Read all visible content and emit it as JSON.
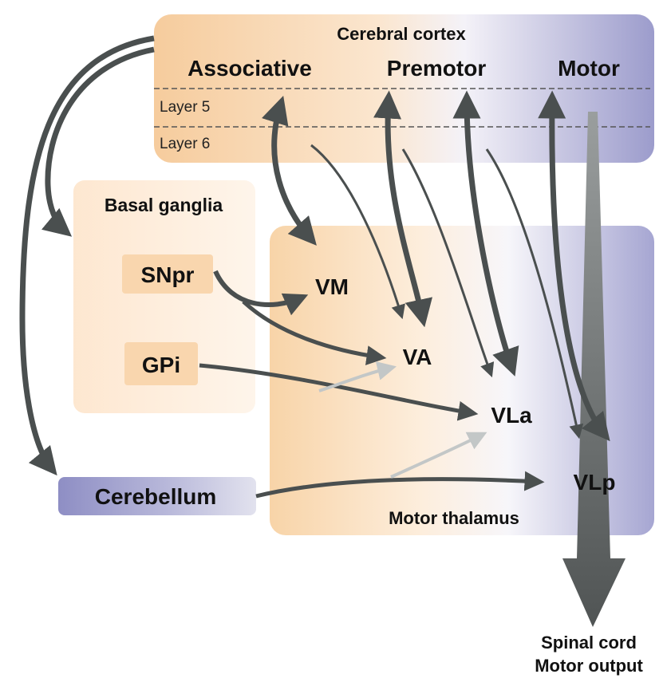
{
  "colors": {
    "cortex_orange": "#f6cc9d",
    "cortex_purple": "#9c9ccc",
    "thalamus_orange": "#f8d4a8",
    "thalamus_purple": "#a6a6d2",
    "basal_fill": "#fde8d2",
    "nucleus_box": "#f9d6ae",
    "cerebellum_box": "#9c9ccc",
    "arrow_dark": "#4a4f4f",
    "arrow_light": "#b9bdbd"
  },
  "cortex": {
    "title": "Cerebral cortex",
    "areas": [
      "Associative",
      "Premotor",
      "Motor"
    ],
    "layer5": "Layer 5",
    "layer6": "Layer 6"
  },
  "basal_ganglia": {
    "title": "Basal ganglia",
    "snpr": "SNpr",
    "gpi": "GPi"
  },
  "cerebellum": {
    "label": "Cerebellum"
  },
  "thalamus": {
    "title": "Motor thalamus",
    "nuclei": {
      "vm": "VM",
      "va": "VA",
      "vla": "VLa",
      "vlp": "VLp"
    }
  },
  "output": {
    "line1": "Spinal cord",
    "line2": "Motor output"
  }
}
